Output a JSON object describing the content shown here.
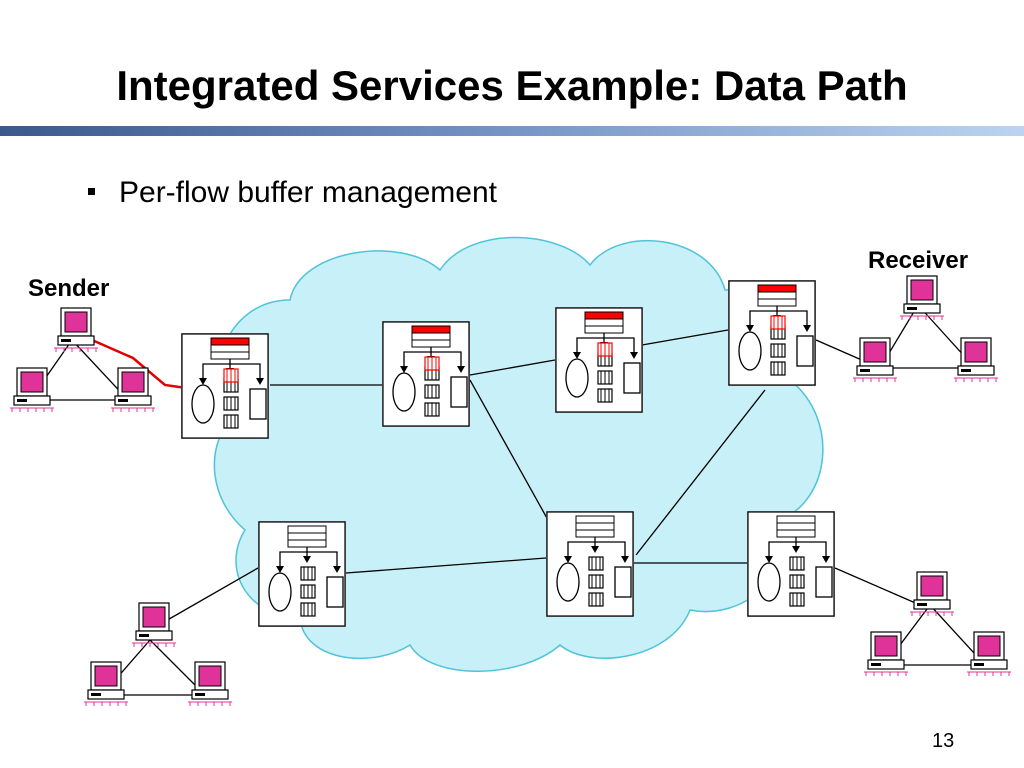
{
  "slide": {
    "title": "Integrated Services Example: Data Path",
    "bullet": "Per-flow buffer management",
    "page_number": "13"
  },
  "diagram": {
    "labels": {
      "sender": "Sender",
      "receiver": "Receiver"
    },
    "colors": {
      "cloud_fill": "#c8f0f8",
      "cloud_stroke": "#4fc3da",
      "flow_path": "#e00000",
      "reserved_buffer": "#ff0000",
      "host_screen": "#e0339a"
    }
  }
}
